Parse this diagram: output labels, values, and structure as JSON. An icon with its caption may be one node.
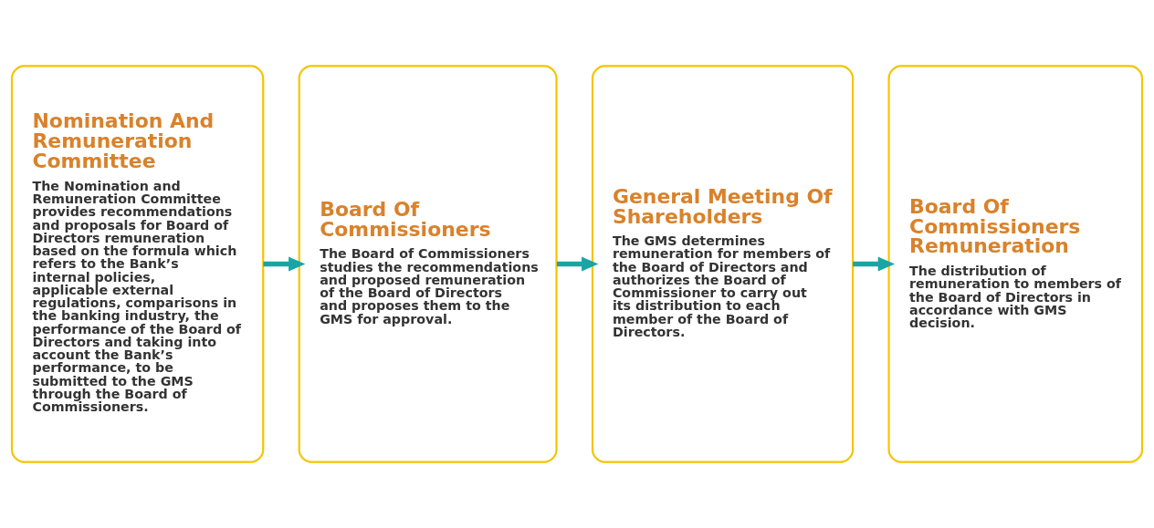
{
  "diagram": {
    "nodes": [
      {
        "text": [
          "Nomination And Remuneration Committee",
          "The Nomination and Remuneration Committee provides recommendations and proposals for Board of Directors remuneration based on the formula which refers to the Bank’s internal policies, applicable external regulations, comparisons in the banking industry, the performance of the Board of Directors and taking into account the Bank’s performance, to be submitted to the GMS through the Board of Commissioners."
        ]
      },
      {
        "text": [
          "Board Of Commissioners",
          "The Board of Commissioners studies the recommendations and proposed remuneration of the Board of Directors and proposes them to the GMS for approval."
        ]
      },
      {
        "text": [
          "General Meeting Of Shareholders",
          "The GMS determines remuneration for members of the Board of Directors and authorizes the Board of Commissioner to carry out its distribution to each member of the Board of Directors."
        ]
      },
      {
        "text": [
          "Board Of Commissioners Remuneration",
          "The distribution of remuneration to members of the Board of Directors in accordance with GMS decision."
        ]
      }
    ],
    "edges": [
      {
        "from": 0,
        "to": 1,
        "arrow": "to"
      },
      {
        "from": 1,
        "to": 2,
        "arrow": "to"
      },
      {
        "from": 2,
        "to": 3,
        "arrow": "to"
      }
    ]
  }
}
